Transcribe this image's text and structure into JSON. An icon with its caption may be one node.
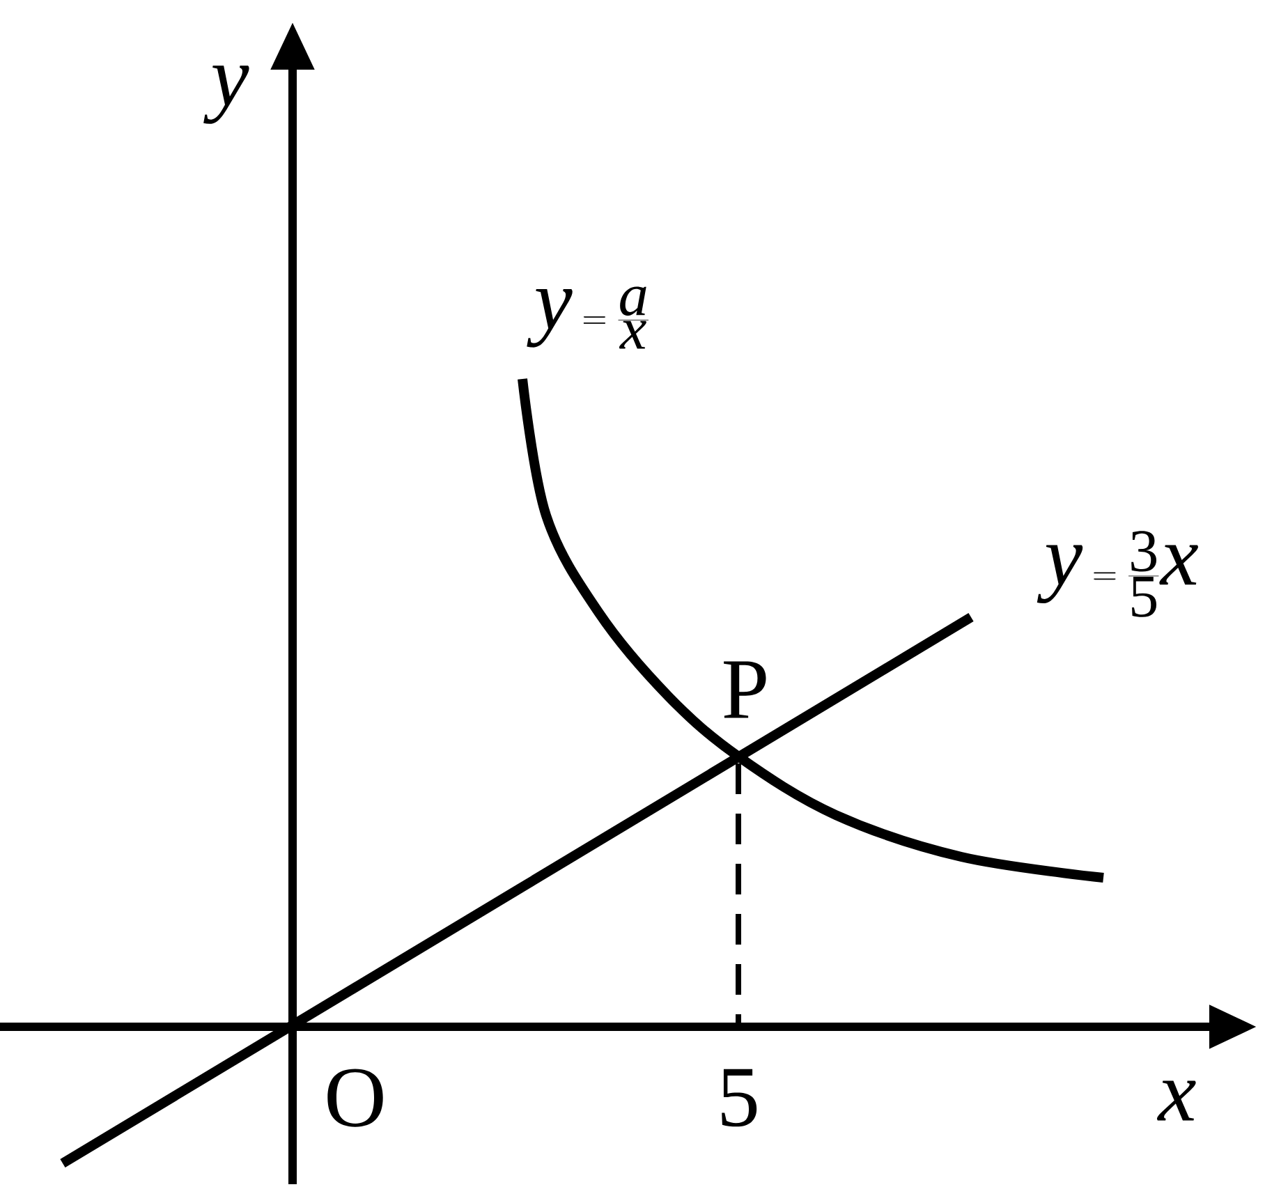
{
  "diagram": {
    "labels": [
      "y",
      "y=\\frac{a}{x}",
      "y=\\frac{3}{5}x",
      "P",
      "O",
      "5",
      "x"
    ]
  }
}
